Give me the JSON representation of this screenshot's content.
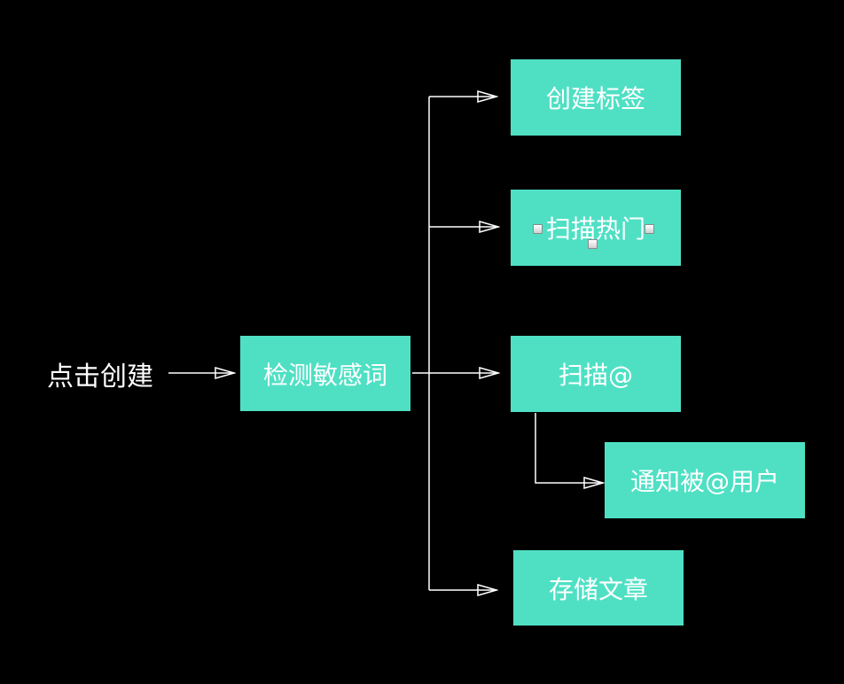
{
  "colors": {
    "background": "#000000",
    "node_fill": "#4fe0c4",
    "text": "#ffffff",
    "connector": "#ffffff"
  },
  "diagram": {
    "start_label": "点击创建",
    "nodes": {
      "detect": "检测敏感词",
      "create_tags": "创建标签",
      "scan_hot": "扫描热门",
      "scan_at": "扫描@",
      "notify_users": "通知被@用户",
      "store_article": "存储文章"
    },
    "edges": [
      {
        "from": "start",
        "to": "detect"
      },
      {
        "from": "detect",
        "to": "create_tags"
      },
      {
        "from": "detect",
        "to": "scan_hot"
      },
      {
        "from": "detect",
        "to": "scan_at"
      },
      {
        "from": "detect",
        "to": "store_article"
      },
      {
        "from": "scan_at",
        "to": "notify_users"
      }
    ]
  }
}
